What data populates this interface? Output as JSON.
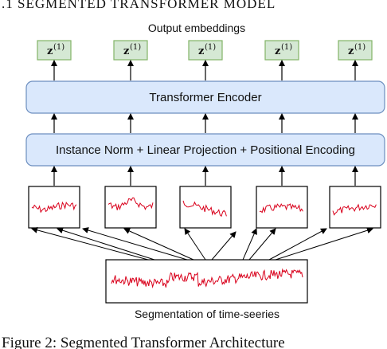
{
  "section_heading": ".1   SEGMENTED TRANSFORMER MODEL",
  "output_label": "Output embeddings",
  "embedding_symbol": "z",
  "embedding_superscript": "(1)",
  "encoder_label": "Transformer Encoder",
  "projection_label": "Instance Norm + Linear Projection + Positional Encoding",
  "segmentation_label": "Segmentation of time-seeries",
  "caption_fragment": "Figure 2: Segmented Transformer Architecture",
  "num_segments": 5,
  "colors": {
    "embedding_fill": "#d5e8d4",
    "embedding_stroke": "#82b366",
    "block_fill": "#dae8fc",
    "block_stroke": "#6c8ebf",
    "signal": "#d9001b",
    "line": "#000000"
  }
}
